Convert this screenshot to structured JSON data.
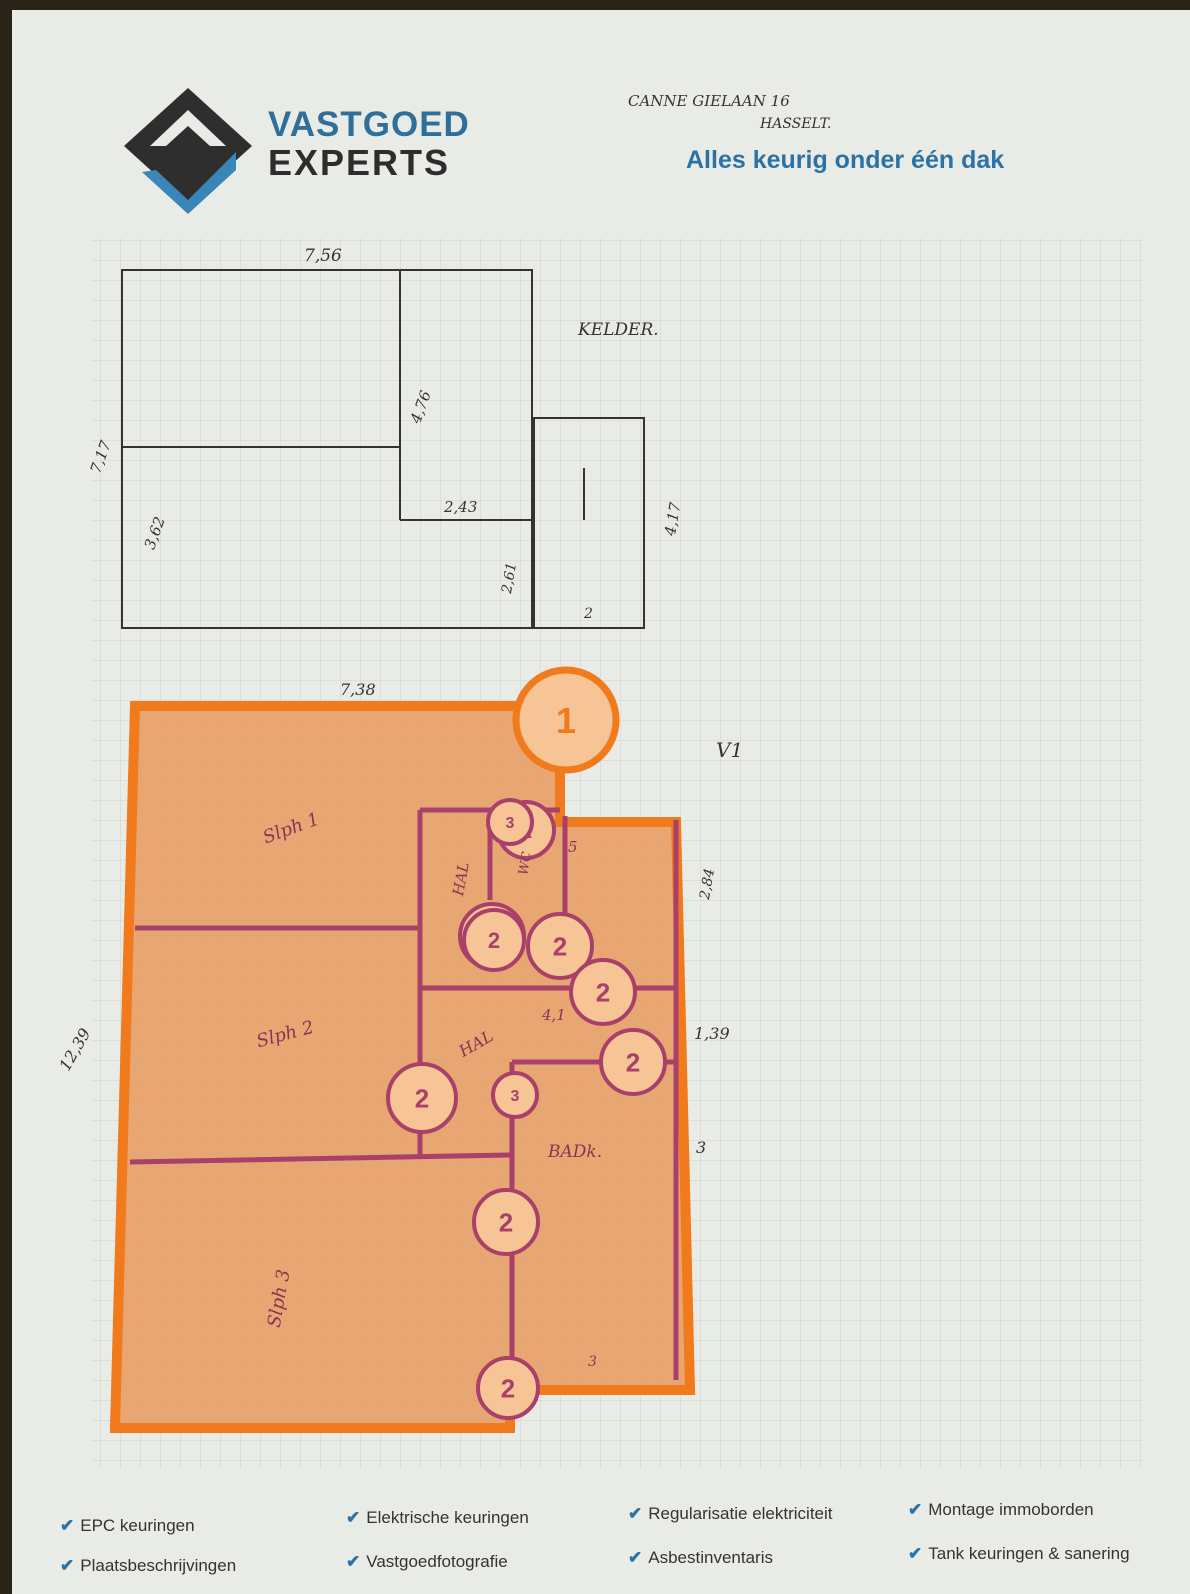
{
  "header": {
    "brand_line1": "VASTGOED",
    "brand_line2": "EXPERTS",
    "tagline": "Alles keurig onder één dak",
    "handwritten_address_line1": "CANNE GIELAAN 16",
    "handwritten_address_line2": "HASSELT."
  },
  "basement_plan": {
    "title": "KELDER.",
    "dims": [
      "7,56",
      "4,76",
      "7,17",
      "3,62",
      "2,43",
      "2,61",
      "4,17",
      "2"
    ]
  },
  "ground_floor_plan": {
    "level_label": "V1",
    "rooms": [
      "Slph 1",
      "Slph 2",
      "Slph 3",
      "HAL",
      "HAL",
      "BADk.",
      "WC"
    ],
    "dims": [
      "7,38",
      "12,39",
      "2,84",
      "1,39",
      "4,1",
      "5",
      "3",
      "3"
    ]
  },
  "markers": [
    "1",
    "2",
    "2",
    "2",
    "2",
    "2",
    "2",
    "2",
    "2",
    "2",
    "3",
    "3"
  ],
  "footer": {
    "services": [
      "EPC keuringen",
      "Plaatsbeschrijvingen",
      "Elektrische keuringen",
      "Vastgoedfotografie",
      "Regularisatie elektriciteit",
      "Asbestinventaris",
      "Montage immoborden",
      "Tank keuringen & sanering"
    ]
  },
  "colors": {
    "overlay_orange": "#f07a1c",
    "overlay_fill": "#e79a5e",
    "room_lines": "#a8406a",
    "marker_fill": "#f6c495",
    "brand_blue": "#2b72a6"
  }
}
